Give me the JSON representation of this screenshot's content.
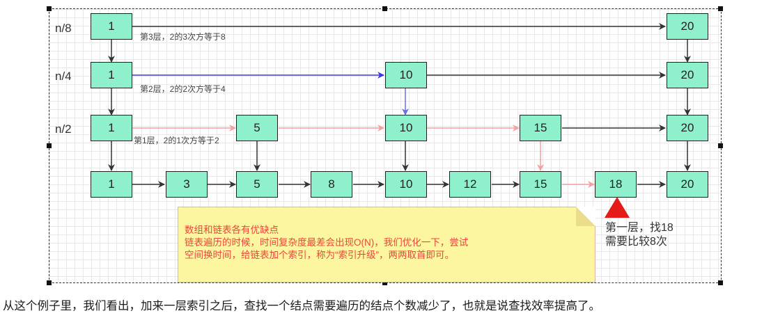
{
  "row_labels": [
    "n/8",
    "n/4",
    "n/2"
  ],
  "nodes": {
    "l3_1": "1",
    "l3_20": "20",
    "l2_1": "1",
    "l2_10": "10",
    "l2_20": "20",
    "l1_1": "1",
    "l1_5": "5",
    "l1_10": "10",
    "l1_15": "15",
    "l1_20": "20",
    "b_1": "1",
    "b_3": "3",
    "b_5": "5",
    "b_8": "8",
    "b_10": "10",
    "b_12": "12",
    "b_15": "15",
    "b_18": "18",
    "b_20": "20"
  },
  "captions": {
    "level3": "第3层，2的3次方等于8",
    "level2": "第2层，2的2次方等于4",
    "level1": "第1层，2的1次方等于2"
  },
  "note": {
    "line1": "数组和链表各有优缺点",
    "line2": "链表遍历的时候，时间复杂度最差会出现O(N)，我们优化一下，尝试",
    "line3": "空间换时间，给链表加个索引，称为“索引升级”，两两取首即可。"
  },
  "side_note": {
    "line1": "第一层，找18",
    "line2": "需要比较8次"
  },
  "bottom_text": "从这个例子里，我们看出，加来一层索引之后，查找一个结点需要遍历的结点个数减少了，也就是说查找效率提高了。",
  "colors": {
    "node_fill": "#8ff0cc",
    "edge_dark": "#333333",
    "edge_blue": "#3b3bdc",
    "edge_pink": "#f4a0a0",
    "note_fill": "#fdf6a0",
    "note_text": "#e8463a",
    "marker": "#e41b17"
  }
}
